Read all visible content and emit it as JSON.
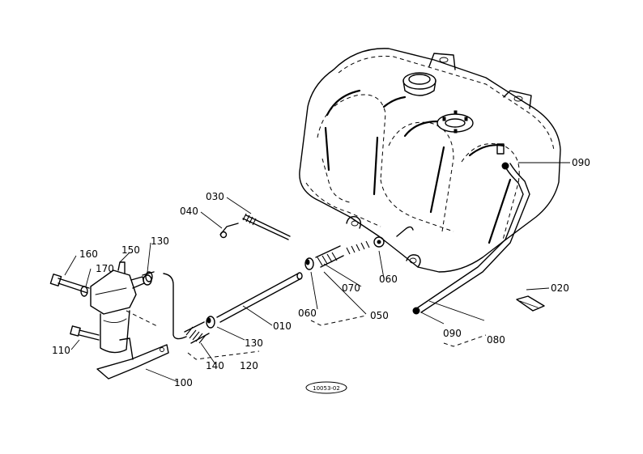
{
  "labels": {
    "p010": "010",
    "p020": "020",
    "p030": "030",
    "p040": "040",
    "p050": "050",
    "p060a": "060",
    "p060b": "060",
    "p070": "070",
    "p080": "080",
    "p090a": "090",
    "p090b": "090",
    "p100": "100",
    "p110": "110",
    "p120": "120",
    "p130a": "130",
    "p130b": "130",
    "p140": "140",
    "p150": "150",
    "p160": "160",
    "p170": "170"
  },
  "diagram_code": "10053-02"
}
